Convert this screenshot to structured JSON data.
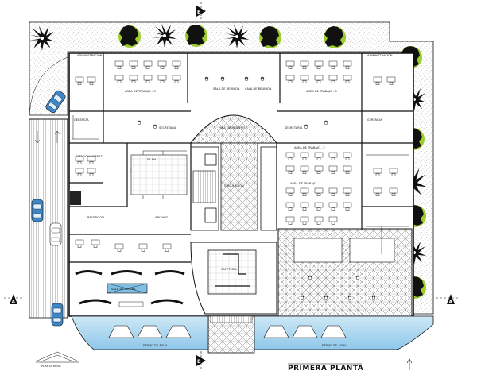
{
  "drawing": {
    "title": "PRIMERA PLANTA",
    "logo_text": "PLANTA MENL"
  },
  "markers": {
    "section_left": "A",
    "section_right": "A",
    "section_top": "B",
    "section_bottom": "B"
  },
  "rooms": [
    {
      "id": "admin-tl",
      "label": "ADMINISTRACION"
    },
    {
      "id": "admin-tr",
      "label": "ADMINISTRACION"
    },
    {
      "id": "work-area-3-l",
      "label": "AREA DE TRABAJO - 3"
    },
    {
      "id": "work-area-3-r",
      "label": "AREA DE TRABAJO - 3"
    },
    {
      "id": "meeting-l",
      "label": "SALA DE REUNION"
    },
    {
      "id": "meeting-r",
      "label": "SALA DE REUNION"
    },
    {
      "id": "gerencia-l",
      "label": "GERENCIA"
    },
    {
      "id": "gerencia-r",
      "label": "GERENCIA"
    },
    {
      "id": "secretary-l",
      "label": "SECRETARIA"
    },
    {
      "id": "secretary-r",
      "label": "SECRETARIA"
    },
    {
      "id": "hall",
      "label": "HALL DE INGRESO"
    },
    {
      "id": "work-area-2",
      "label": "AREA DE TRABAJO - 2"
    },
    {
      "id": "work-area-1",
      "label": "AREA DE TRABAJO - 1"
    },
    {
      "id": "toilets",
      "label": "SS.HH."
    },
    {
      "id": "circulation",
      "label": "CIRCULACION"
    },
    {
      "id": "reception",
      "label": "RECEPCION"
    },
    {
      "id": "waiting",
      "label": "SALA DE ESPERA"
    },
    {
      "id": "archive",
      "label": "ARCHIVO"
    },
    {
      "id": "cafeteria",
      "label": "CAFETERIA"
    },
    {
      "id": "terrace-l",
      "label": "ESPEJO DE AGUA"
    },
    {
      "id": "terrace-r",
      "label": "ESPEJO DE AGUA"
    },
    {
      "id": "parking",
      "label": "ESTACIONAMIENTO"
    }
  ]
}
